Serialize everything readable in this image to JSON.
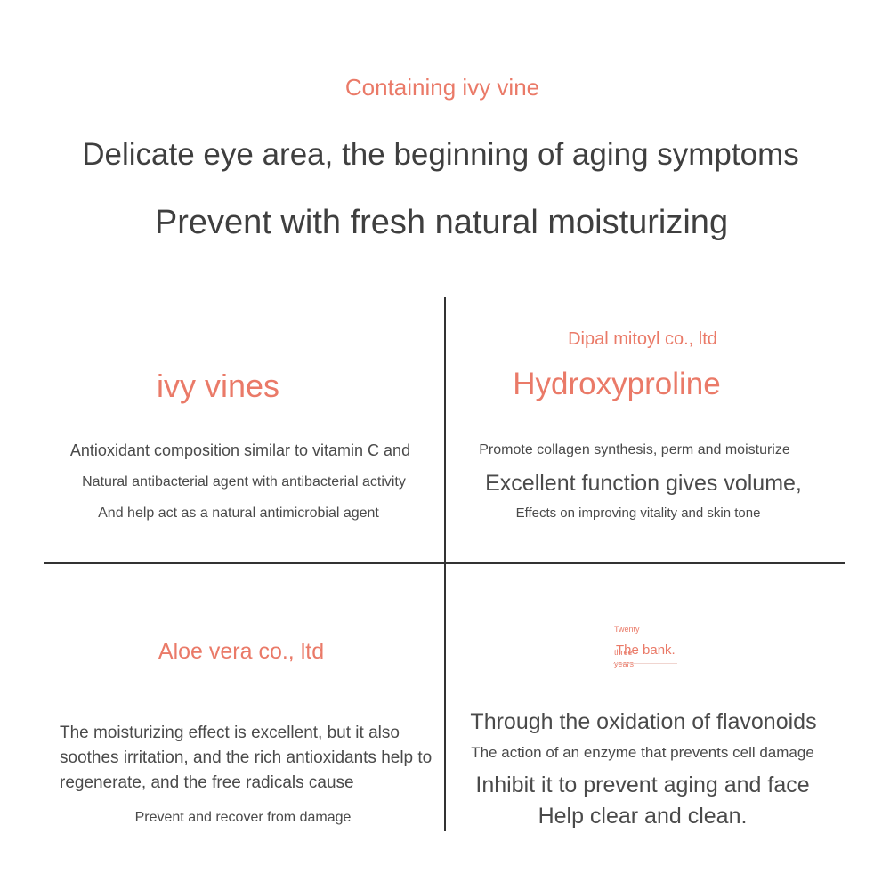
{
  "header": {
    "kicker": "Containing ivy vine",
    "headline_1": "Delicate eye area, the beginning of aging symptoms",
    "headline_2": "Prevent with fresh natural moisturizing"
  },
  "quadrants": {
    "top_left": {
      "title": "ivy vines",
      "lines": [
        "Antioxidant composition similar to vitamin C and",
        "Natural antibacterial agent with antibacterial activity",
        "And help act as a natural antimicrobial agent"
      ]
    },
    "top_right": {
      "kicker": "Dipal mitoyl co., ltd",
      "title": "Hydroxyproline",
      "lines": [
        "Promote collagen synthesis, perm and moisturize",
        "Excellent function gives volume,",
        "Effects on improving vitality and skin tone"
      ]
    },
    "bottom_left": {
      "title": "Aloe vera co., ltd",
      "paragraph": "The moisturizing effect is excellent, but it also soothes irritation, and the rich antioxidants help to regenerate, and the free radicals cause",
      "footer": "Prevent and recover from damage"
    },
    "bottom_right": {
      "badge": {
        "small_1": "Twenty",
        "small_2": "three",
        "small_3": "years",
        "main": "The bank."
      },
      "lines": [
        "Through the oxidation of flavonoids",
        "The action of an enzyme that prevents cell damage",
        "Inhibit it to prevent aging and face",
        "Help clear and clean."
      ]
    }
  },
  "colors": {
    "accent": "#ea7a68",
    "text": "#3f3f3f",
    "divider": "#333333"
  }
}
